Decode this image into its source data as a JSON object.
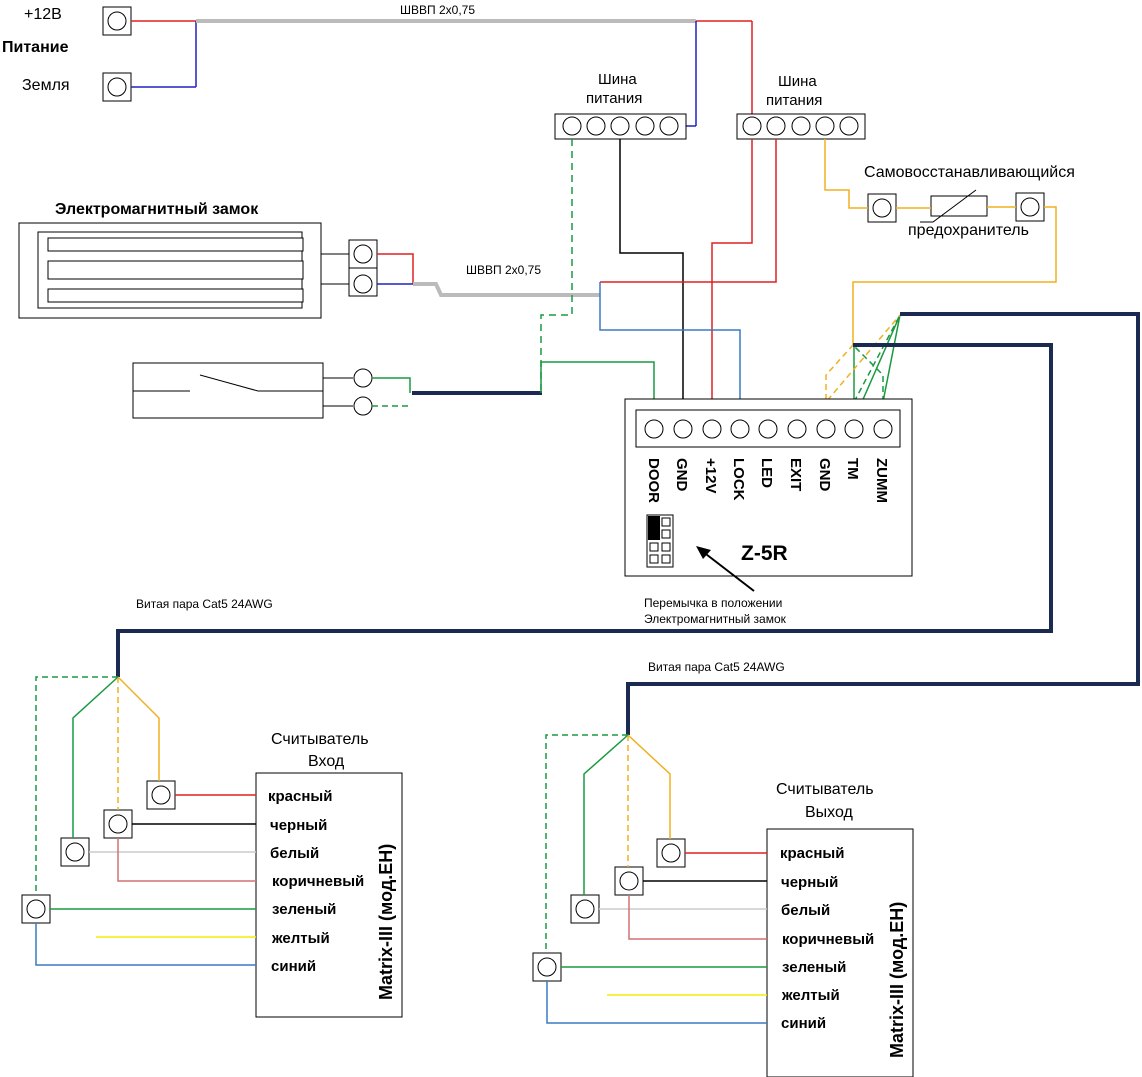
{
  "power_source": {
    "plus_label": "+12В",
    "title": "Питание",
    "ground_label": "Земля"
  },
  "cable_main": "ШВВП 2х0,75",
  "cable_lock": "ШВВП 2х0,75",
  "bus_left_label": [
    "Шина",
    "питания"
  ],
  "bus_right_label": [
    "Шина",
    "питания"
  ],
  "fuse": {
    "label_top": "Самовосстанавливающийся",
    "label_bottom": "предохранитель"
  },
  "lock_title": "Электромагнитный замок",
  "controller": {
    "name": "Z-5R",
    "terminals": [
      "DOOR",
      "GND",
      "+12V",
      "LOCK",
      "LED",
      "EXIT",
      "GND",
      "TM",
      "ZUMM"
    ]
  },
  "jumper_note": [
    "Перемычка в положении",
    "Электромагнитный замок"
  ],
  "cable_twisted_1": "Витая пара Cat5 24AWG",
  "cable_twisted_2": "Витая пара Cat5 24AWG",
  "reader_in": {
    "title": [
      "Считыватель",
      "Вход"
    ],
    "model": "Matrix-III (мод.EH)",
    "wires": [
      "красный",
      "черный",
      "белый",
      "коричневый",
      "зеленый",
      "желтый",
      "синий"
    ]
  },
  "reader_out": {
    "title": [
      "Считыватель",
      "Выход"
    ],
    "model": "Matrix-III (мод.EH)",
    "wires": [
      "красный",
      "черный",
      "белый",
      "коричневый",
      "зеленый",
      "желтый",
      "синий"
    ]
  },
  "colors": {
    "red": "#e02020",
    "blue": "#2020c0",
    "green": "#1a9a40",
    "yellow": "#f0b020",
    "navy": "#1a2a50",
    "grey": "#bbbbbb",
    "light_blue": "#3a7ac0",
    "brown": "#d07070",
    "bright_yellow": "#f0f000"
  }
}
